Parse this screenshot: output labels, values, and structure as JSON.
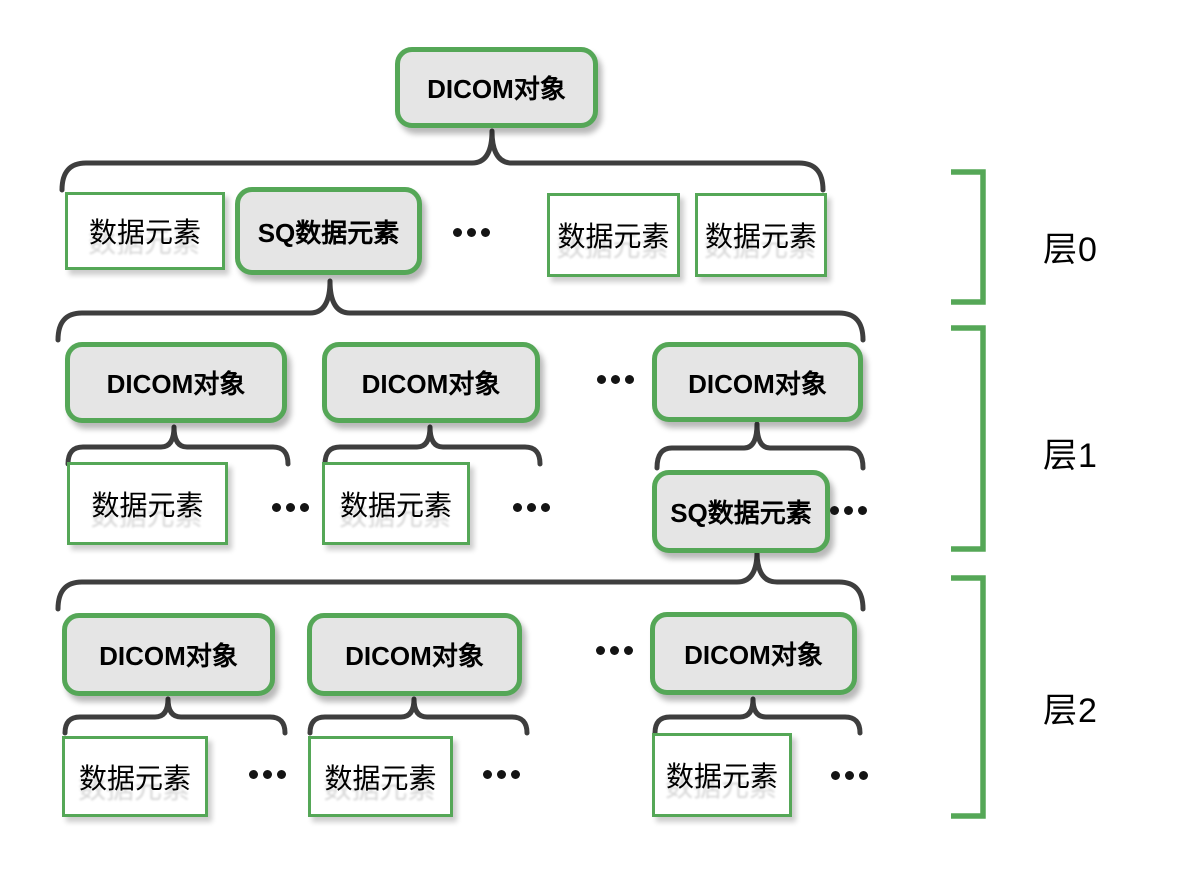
{
  "diagram": {
    "root": {
      "label": "DICOM对象"
    },
    "ellipsis": "···",
    "levels": [
      {
        "name": "层0",
        "row": [
          "数据元素",
          "SQ数据元素",
          "···",
          "数据元素",
          "数据元素"
        ]
      },
      {
        "name": "层1",
        "parents": [
          "DICOM对象",
          "DICOM对象",
          "···",
          "DICOM对象"
        ],
        "children": [
          [
            "数据元素",
            "···"
          ],
          [
            "数据元素",
            "···"
          ],
          [
            "SQ数据元素",
            "···"
          ]
        ]
      },
      {
        "name": "层2",
        "parents": [
          "DICOM对象",
          "DICOM对象",
          "···",
          "DICOM对象"
        ],
        "children": [
          [
            "数据元素",
            "···"
          ],
          [
            "数据元素",
            "···"
          ],
          [
            "数据元素",
            "···"
          ]
        ]
      }
    ],
    "colors": {
      "green": "#55a757",
      "box_fill": "#e5e5e5",
      "brace": "#3e3e3e",
      "text": "#000000",
      "background": "#ffffff"
    }
  }
}
